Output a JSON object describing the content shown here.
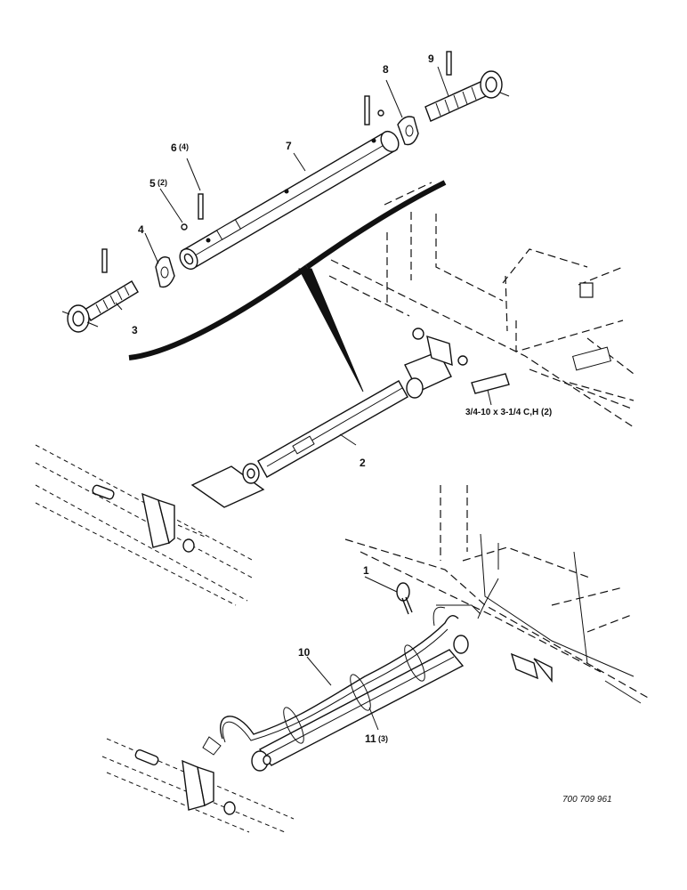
{
  "callouts": {
    "c1": "1",
    "c2": "2",
    "c3": "3",
    "c4": "4",
    "c5": "5",
    "c5q": "(2)",
    "c6": "6",
    "c6q": "(4)",
    "c7": "7",
    "c8": "8",
    "c9": "9",
    "c10": "10",
    "c11": "11",
    "c11q": "(3)"
  },
  "bolt_spec": "3/4-10 x 3-1/4 C,H (2)",
  "drawing_number": "700 709 961"
}
